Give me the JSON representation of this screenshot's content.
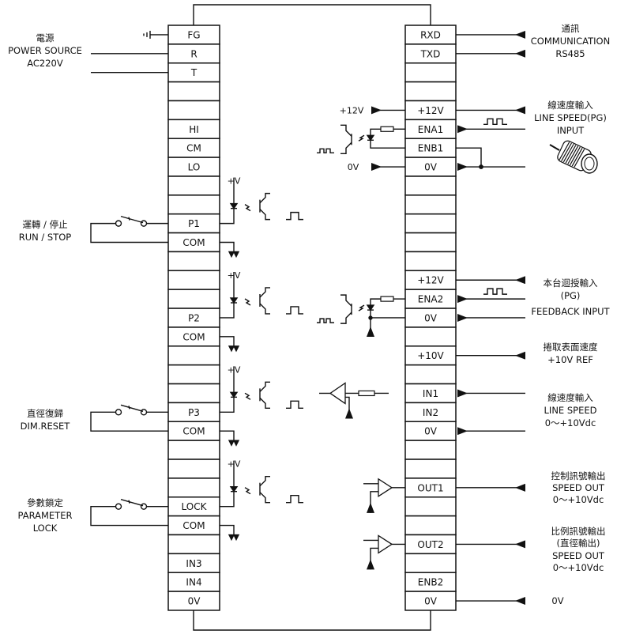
{
  "left_terminals": [
    "FG",
    "R",
    "T",
    "",
    "",
    "HI",
    "CM",
    "LO",
    "",
    "",
    "P1",
    "COM",
    "",
    "",
    "",
    "P2",
    "COM",
    "",
    "",
    "",
    "P3",
    "COM",
    "",
    "",
    "",
    "LOCK",
    "COM",
    "",
    "IN3",
    "IN4",
    "0V"
  ],
  "right_terminals": [
    "RXD",
    "TXD",
    "",
    "",
    "+12V",
    "ENA1",
    "ENB1",
    "0V",
    "",
    "",
    "",
    "",
    "",
    "+12V",
    "ENA2",
    "0V",
    "",
    "+10V",
    "",
    "IN1",
    "IN2",
    "0V",
    "",
    "",
    "OUT1",
    "",
    "",
    "OUT2",
    "",
    "ENB2",
    "0V"
  ],
  "left_labels": {
    "power": [
      "電源",
      "POWER SOURCE",
      "AC220V"
    ],
    "run_stop": [
      "運轉 / 停止",
      "RUN / STOP"
    ],
    "dim_reset": [
      "直徑復歸",
      "DIM.RESET"
    ],
    "param_lock": [
      "參數鎖定",
      "PARAMETER",
      "LOCK"
    ]
  },
  "right_labels": {
    "communication": [
      "通訊",
      "COMMUNICATION",
      "RS485"
    ],
    "line_speed_pg": [
      "線速度輸入",
      "LINE SPEED(PG)",
      "INPUT"
    ],
    "feedback": [
      "本台迴授輸入",
      "(PG)",
      "FEEDBACK INPUT"
    ],
    "ref10": [
      "捲取表面速度",
      "+10V REF"
    ],
    "line_speed": [
      "線速度輸入",
      "LINE SPEED",
      "0～+10Vdc"
    ],
    "speed_out1": [
      "控制訊號輸出",
      "SPEED OUT",
      "0～+10Vdc"
    ],
    "speed_out2": [
      "比例訊號輸出",
      "(直徑輸出)",
      "SPEED OUT",
      "0～+10Vdc"
    ],
    "zero_v": [
      "0V"
    ]
  },
  "internal_labels": {
    "plus_v": "+V",
    "plus12v": "+12V",
    "zero_v": "0V"
  }
}
